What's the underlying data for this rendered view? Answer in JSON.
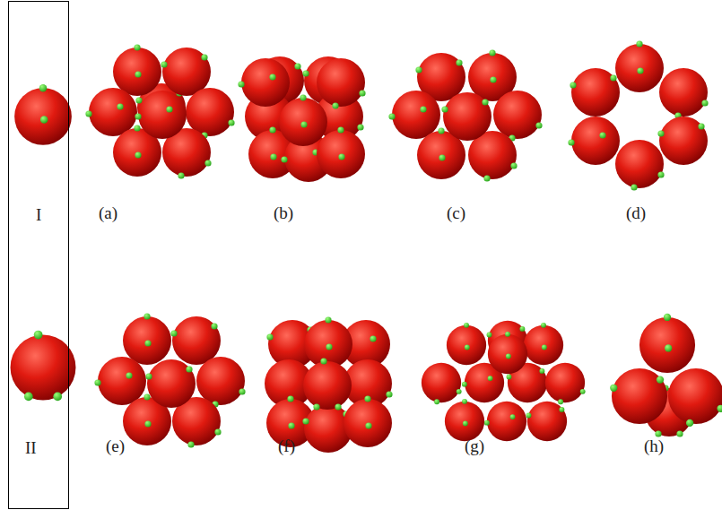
{
  "diagram": {
    "nodes": [
      {
        "text": [
          "I",
          "II"
        ]
      }
    ],
    "labels": [
      "(a)",
      "(b)",
      "(c)",
      "(d)",
      "(e)",
      "(f)",
      "(g)",
      "(h)"
    ]
  }
}
